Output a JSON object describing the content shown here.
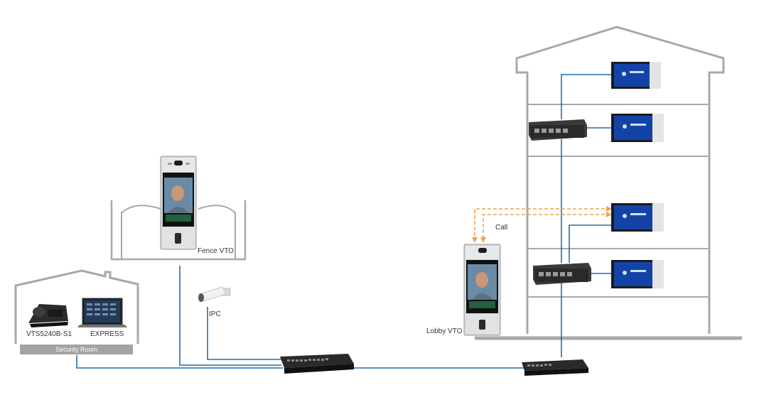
{
  "labels": {
    "vts": "VTS5240B-S1",
    "express": "EXPRESS",
    "security_room": "Security Room",
    "ipc": "IPC",
    "fence_vto": "Fence VTO",
    "lobby_vto": "Lobby VTO",
    "call": "Call"
  },
  "colors": {
    "network_line": "#1f6fb0",
    "call_line": "#f0a050",
    "outline": "#a8a8a8",
    "room_bar": "#a3a3a3"
  }
}
